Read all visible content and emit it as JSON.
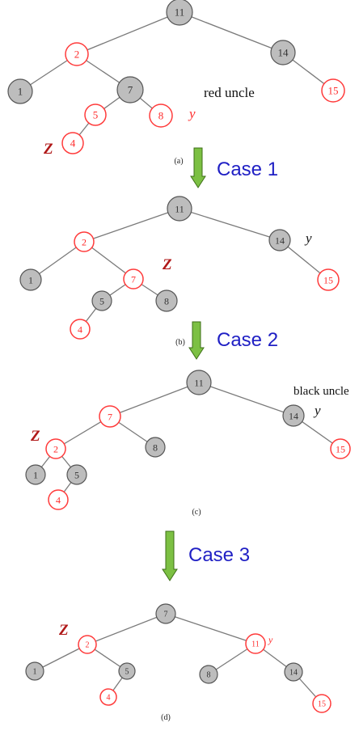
{
  "colors": {
    "red_node_stroke": "#ff3b3b",
    "red_node_text": "#ff2a2a",
    "black_node_fill": "#bdbdbd",
    "black_node_stroke": "#555555",
    "edge": "#7a7a7a",
    "case_text": "#1f1fc4",
    "arrow_fill": "#7cc043",
    "arrow_stroke": "#3d6e17",
    "z_label": "#b01818"
  },
  "panels": [
    {
      "id": "a",
      "caption": "(a)",
      "nodes": [
        {
          "id": "n11",
          "key": "11",
          "color": "black"
        },
        {
          "id": "n2",
          "key": "2",
          "color": "red"
        },
        {
          "id": "n14",
          "key": "14",
          "color": "black"
        },
        {
          "id": "n1",
          "key": "1",
          "color": "black"
        },
        {
          "id": "n7",
          "key": "7",
          "color": "black"
        },
        {
          "id": "n15",
          "key": "15",
          "color": "red"
        },
        {
          "id": "n5",
          "key": "5",
          "color": "red"
        },
        {
          "id": "n8",
          "key": "8",
          "color": "red"
        },
        {
          "id": "n4",
          "key": "4",
          "color": "red"
        }
      ],
      "edges": [
        [
          "n11",
          "n2"
        ],
        [
          "n11",
          "n14"
        ],
        [
          "n2",
          "n1"
        ],
        [
          "n2",
          "n7"
        ],
        [
          "n14",
          "n15"
        ],
        [
          "n7",
          "n5"
        ],
        [
          "n7",
          "n8"
        ],
        [
          "n5",
          "n4"
        ]
      ],
      "annotations": {
        "uncle": "red uncle",
        "y": "y",
        "z": "Z"
      }
    },
    {
      "id": "b",
      "caption": "(b)",
      "nodes": [
        {
          "id": "n11",
          "key": "11",
          "color": "black"
        },
        {
          "id": "n2",
          "key": "2",
          "color": "red"
        },
        {
          "id": "n14",
          "key": "14",
          "color": "black"
        },
        {
          "id": "n1",
          "key": "1",
          "color": "black"
        },
        {
          "id": "n7",
          "key": "7",
          "color": "red"
        },
        {
          "id": "n15",
          "key": "15",
          "color": "red"
        },
        {
          "id": "n5",
          "key": "5",
          "color": "black"
        },
        {
          "id": "n8",
          "key": "8",
          "color": "black"
        },
        {
          "id": "n4",
          "key": "4",
          "color": "red"
        }
      ],
      "edges": [
        [
          "n11",
          "n2"
        ],
        [
          "n11",
          "n14"
        ],
        [
          "n2",
          "n1"
        ],
        [
          "n2",
          "n7"
        ],
        [
          "n14",
          "n15"
        ],
        [
          "n7",
          "n5"
        ],
        [
          "n7",
          "n8"
        ],
        [
          "n5",
          "n4"
        ]
      ],
      "annotations": {
        "y": "y",
        "z": "Z"
      }
    },
    {
      "id": "c",
      "caption": "(c)",
      "nodes": [
        {
          "id": "n11",
          "key": "11",
          "color": "black"
        },
        {
          "id": "n7",
          "key": "7",
          "color": "red"
        },
        {
          "id": "n14",
          "key": "14",
          "color": "black"
        },
        {
          "id": "n2",
          "key": "2",
          "color": "red"
        },
        {
          "id": "n8",
          "key": "8",
          "color": "black"
        },
        {
          "id": "n15",
          "key": "15",
          "color": "red"
        },
        {
          "id": "n1",
          "key": "1",
          "color": "black"
        },
        {
          "id": "n5",
          "key": "5",
          "color": "black"
        },
        {
          "id": "n4",
          "key": "4",
          "color": "red"
        }
      ],
      "edges": [
        [
          "n11",
          "n7"
        ],
        [
          "n11",
          "n14"
        ],
        [
          "n7",
          "n2"
        ],
        [
          "n7",
          "n8"
        ],
        [
          "n14",
          "n15"
        ],
        [
          "n2",
          "n1"
        ],
        [
          "n2",
          "n5"
        ],
        [
          "n5",
          "n4"
        ]
      ],
      "annotations": {
        "uncle": "black uncle",
        "y": "y",
        "z": "Z"
      }
    },
    {
      "id": "d",
      "caption": "(d)",
      "nodes": [
        {
          "id": "n7",
          "key": "7",
          "color": "black"
        },
        {
          "id": "n2",
          "key": "2",
          "color": "red"
        },
        {
          "id": "n11",
          "key": "11",
          "color": "red"
        },
        {
          "id": "n1",
          "key": "1",
          "color": "black"
        },
        {
          "id": "n5",
          "key": "5",
          "color": "black"
        },
        {
          "id": "n8",
          "key": "8",
          "color": "black"
        },
        {
          "id": "n14",
          "key": "14",
          "color": "black"
        },
        {
          "id": "n4",
          "key": "4",
          "color": "red"
        },
        {
          "id": "n15",
          "key": "15",
          "color": "red"
        }
      ],
      "edges": [
        [
          "n7",
          "n2"
        ],
        [
          "n7",
          "n11"
        ],
        [
          "n2",
          "n1"
        ],
        [
          "n2",
          "n5"
        ],
        [
          "n5",
          "n4"
        ],
        [
          "n11",
          "n8"
        ],
        [
          "n11",
          "n14"
        ],
        [
          "n14",
          "n15"
        ]
      ],
      "annotations": {
        "y": "y",
        "z": "Z"
      }
    }
  ],
  "transitions": [
    {
      "id": "t1",
      "label": "Case 1"
    },
    {
      "id": "t2",
      "label": "Case 2"
    },
    {
      "id": "t3",
      "label": "Case 3"
    }
  ]
}
